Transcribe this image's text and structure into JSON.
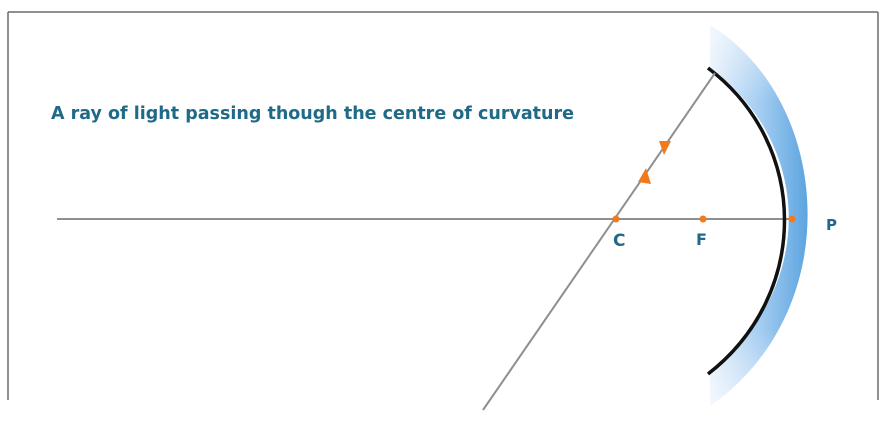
{
  "caption": "A ray of light passing  though the centre of curvature",
  "points": {
    "C": "C",
    "F": "F",
    "P": "P"
  },
  "colors": {
    "text": "#1f6a86",
    "ray": "#8f8f8f",
    "mirror_fill_light": "#e6f1fb",
    "mirror_fill_dark": "#5ca4e0",
    "mirror_curve": "#111111",
    "marker": "#f07a1c",
    "frame": "#6b6b6b"
  },
  "icons": {
    "arrow": "triangle-arrow",
    "point_marker": "dot"
  }
}
